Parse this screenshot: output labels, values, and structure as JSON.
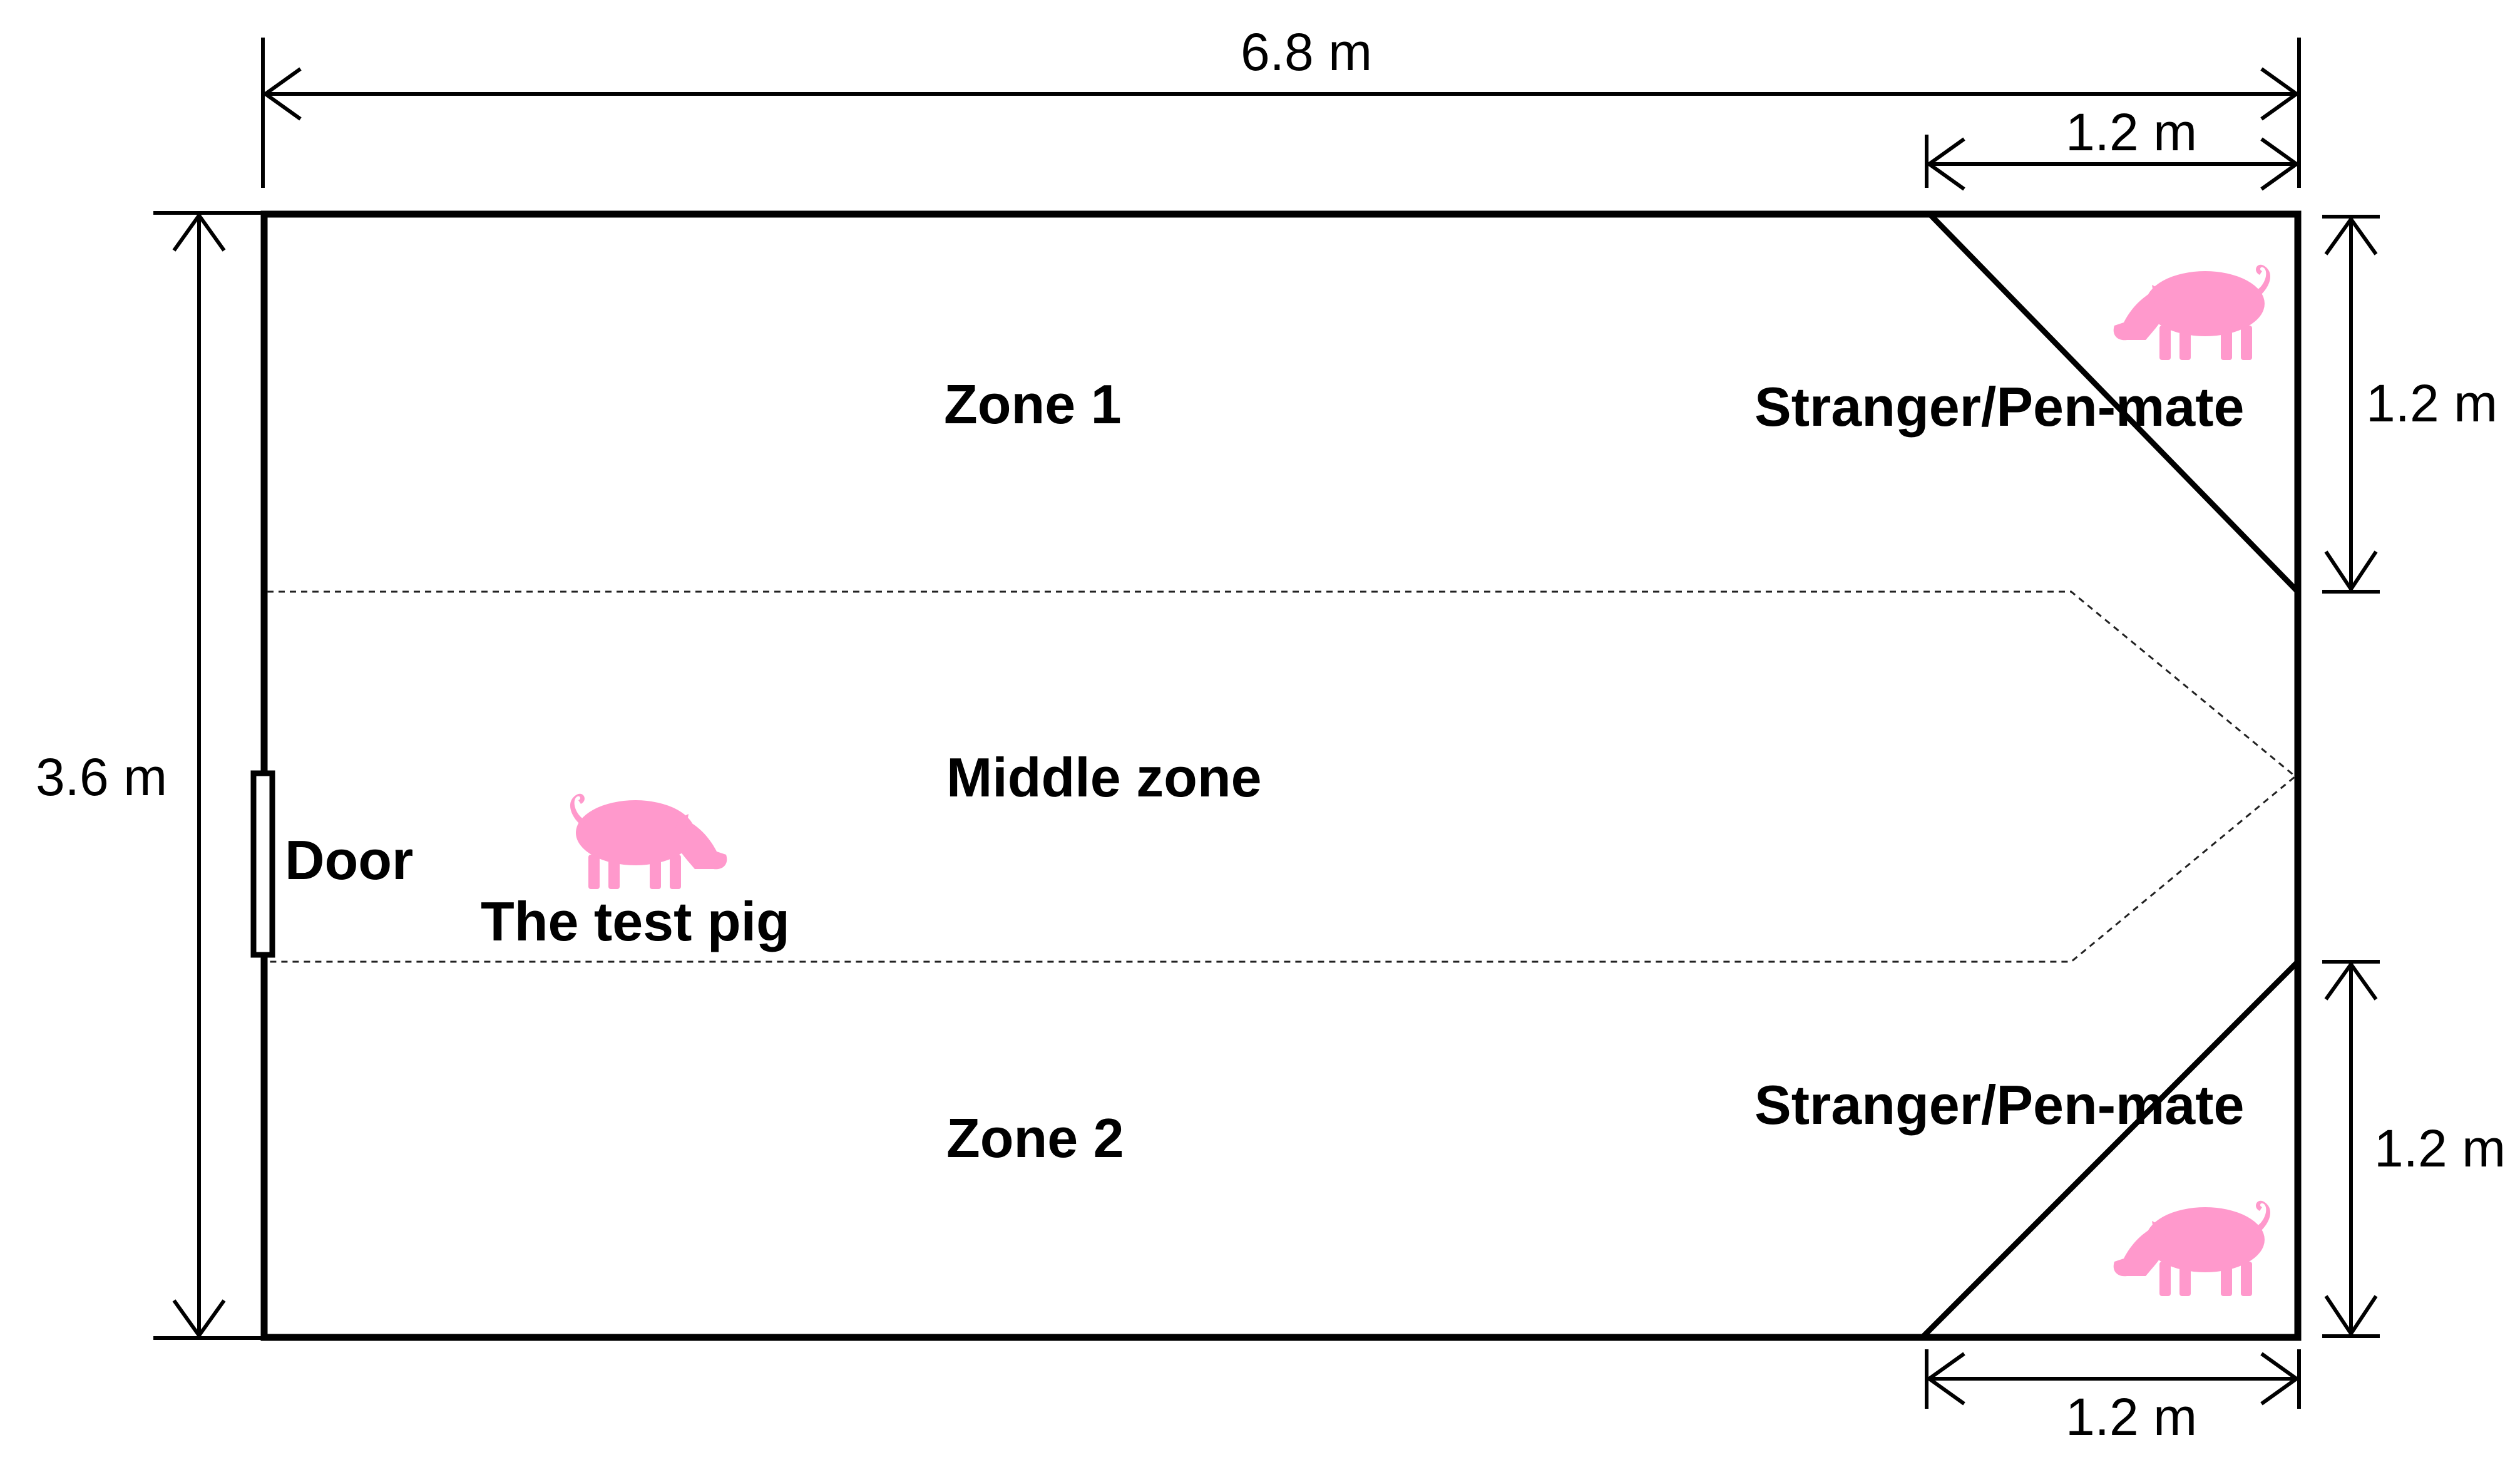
{
  "dimensions": {
    "overall_width": "6.8 m",
    "overall_height": "3.6 m",
    "top_pen_width": "1.2 m",
    "top_pen_height": "1.2 m",
    "bottom_pen_height": "1.2 m",
    "bottom_pen_width": "1.2 m"
  },
  "zones": {
    "zone1": "Zone 1",
    "middle": "Middle zone",
    "zone2": "Zone 2"
  },
  "labels": {
    "door": "Door",
    "test_pig": "The test pig",
    "top_pen": "Stranger/Pen-mate",
    "bottom_pen": "Stranger/Pen-mate"
  },
  "icons": {
    "pig_icon": "pig-icon",
    "pig_color": "#ff99cc"
  }
}
